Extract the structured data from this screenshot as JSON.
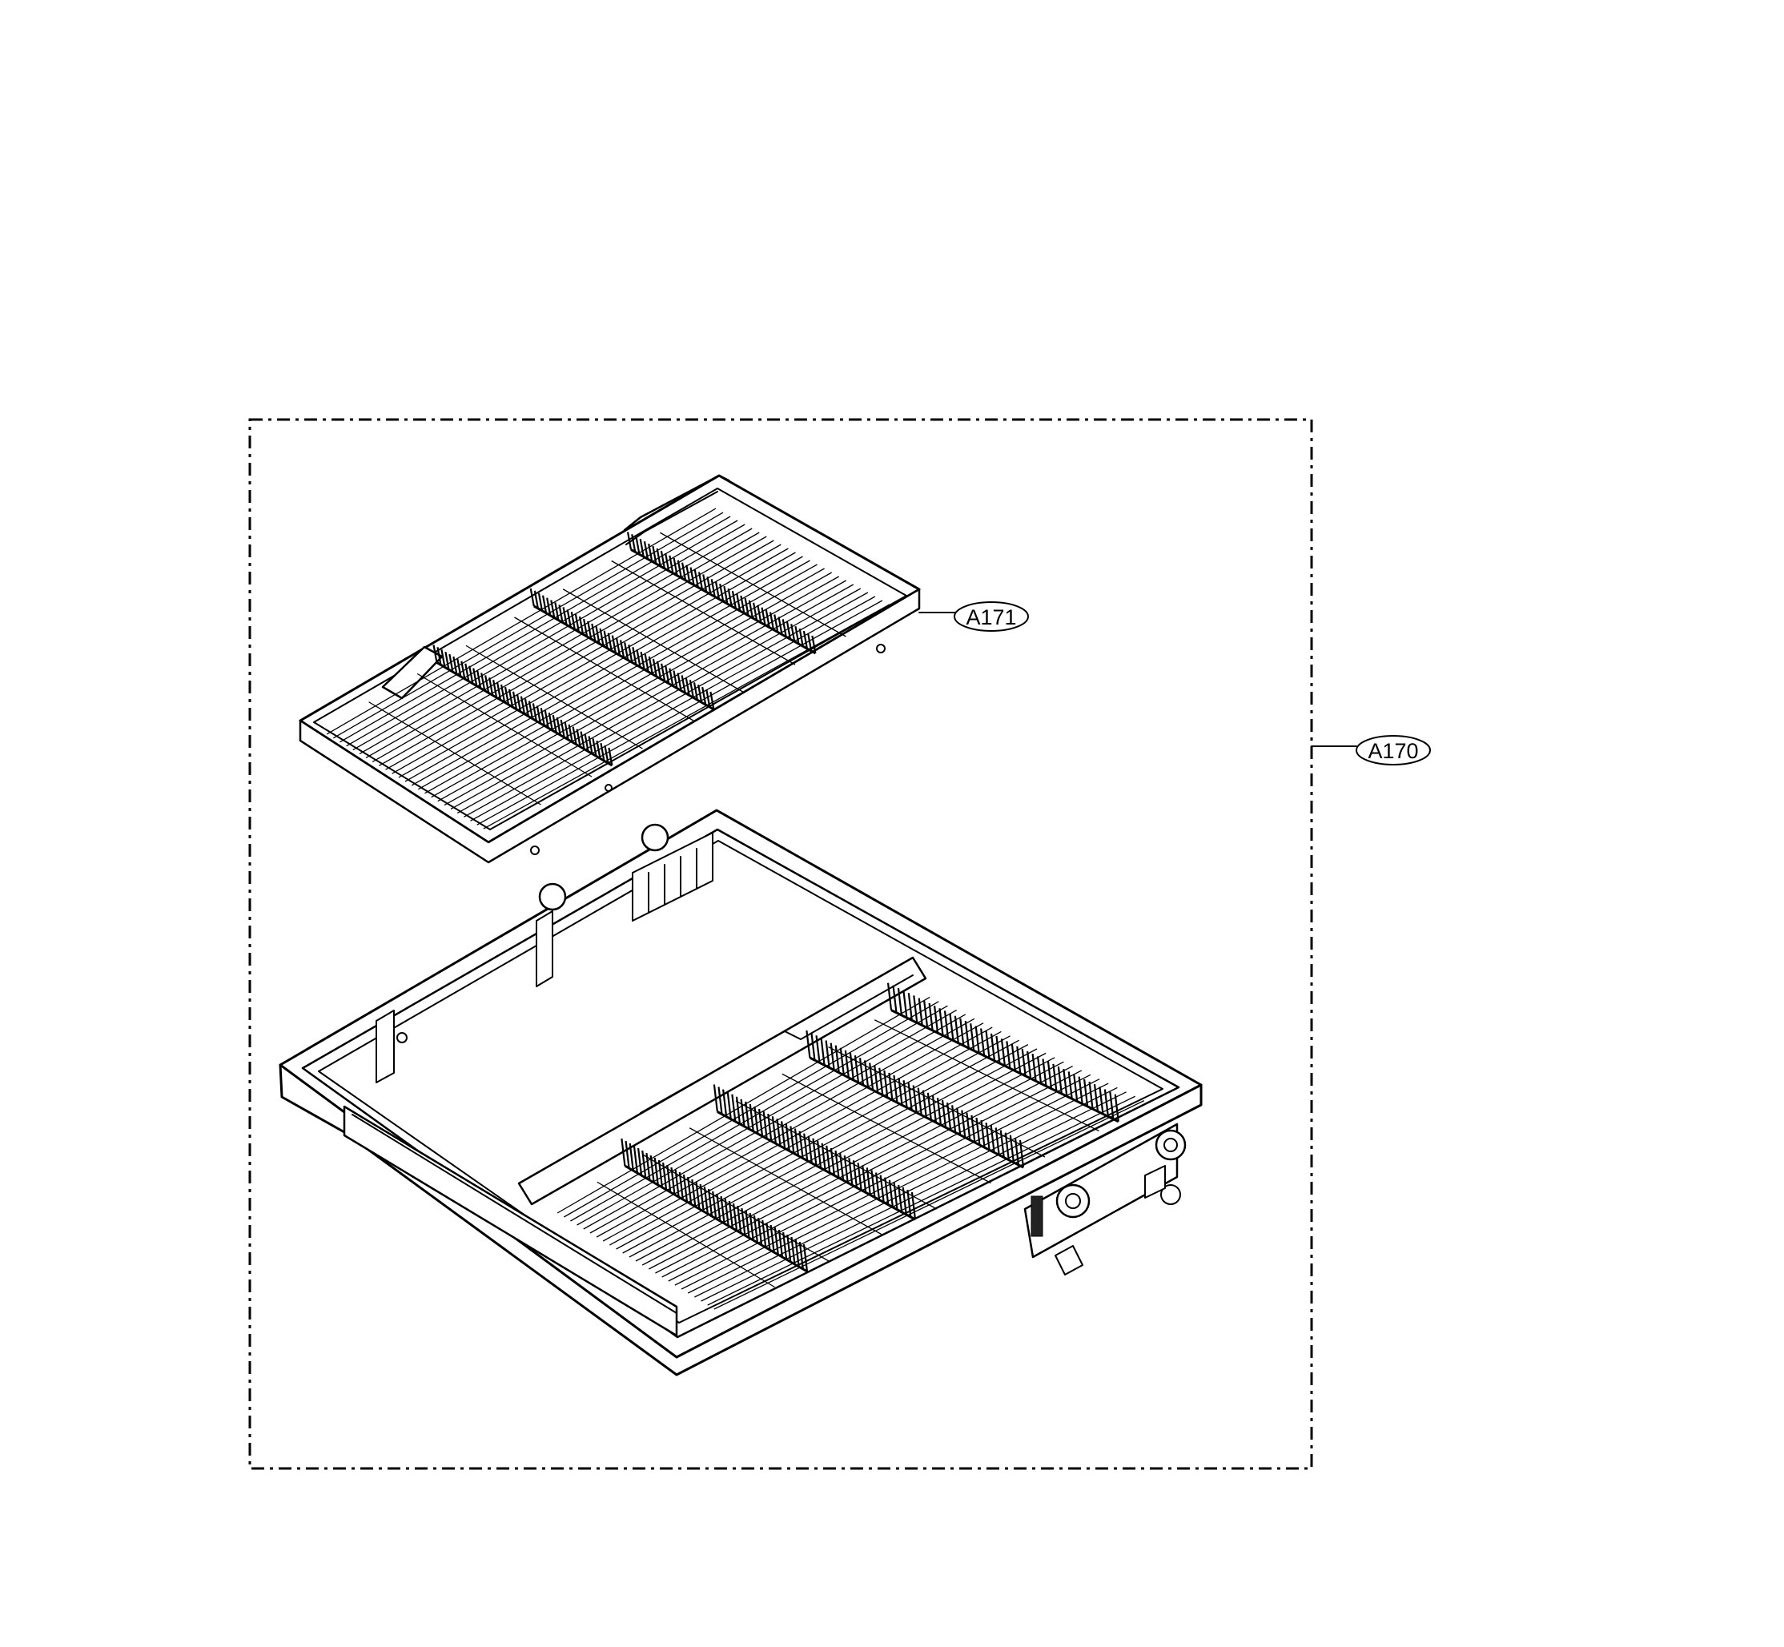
{
  "callouts": {
    "upper_rack_label": "A171",
    "assembly_label": "A170"
  },
  "colors": {
    "line": "#000000",
    "background": "#ffffff"
  },
  "icons": {
    "upper_rack": "dish-rack-drawing",
    "lower_frame": "rack-frame-drawing"
  }
}
